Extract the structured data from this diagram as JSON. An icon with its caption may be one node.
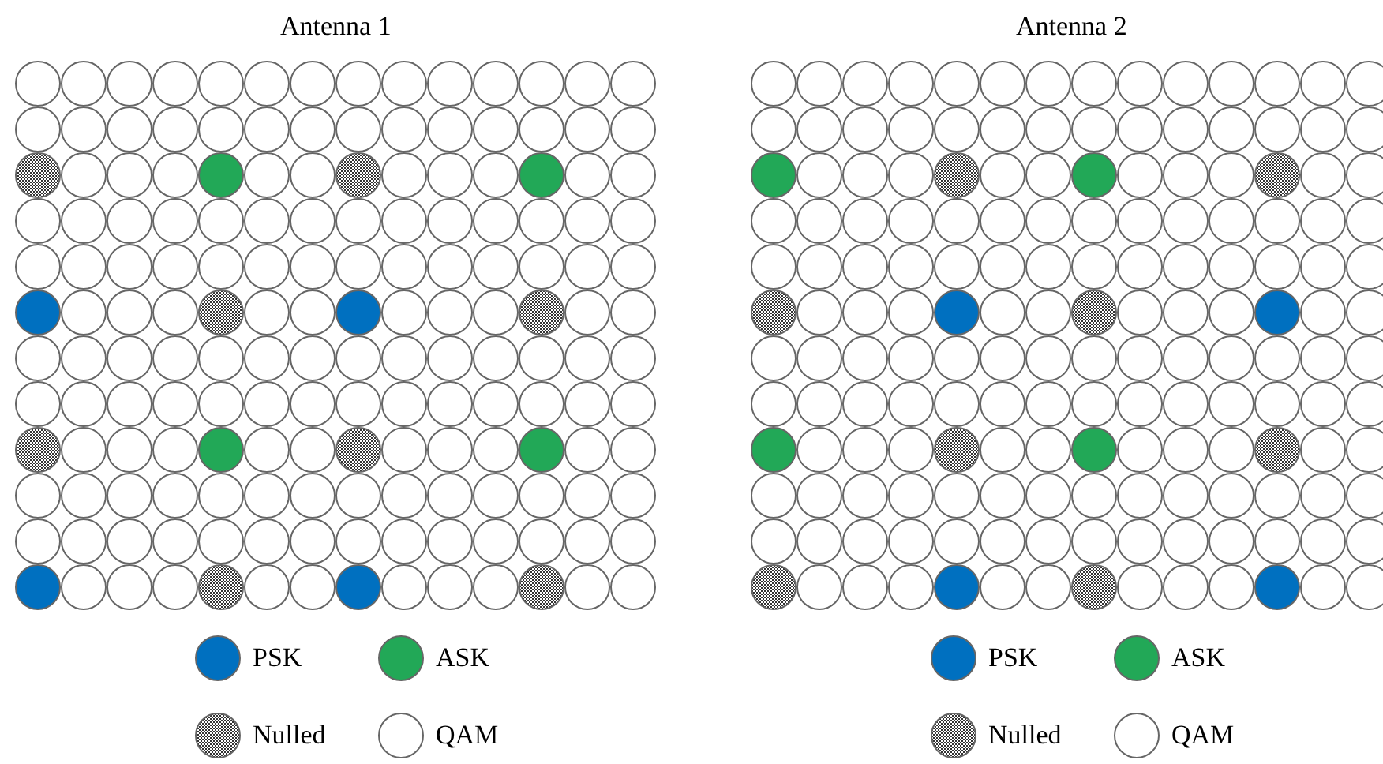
{
  "diagram": {
    "labels": [
      "Antenna 1",
      "Antenna 2"
    ],
    "legend": [
      {
        "text": "PSK",
        "color": "#0070c0"
      },
      {
        "text": "ASK",
        "color": "#22a857"
      },
      {
        "text": "Nulled"
      },
      {
        "text": "QAM",
        "color": "#ffffff"
      },
      {
        "text": "PSK",
        "color": "#0070c0"
      },
      {
        "text": "ASK",
        "color": "#22a857"
      },
      {
        "text": "Nulled"
      },
      {
        "text": "QAM",
        "color": "#ffffff"
      }
    ]
  }
}
